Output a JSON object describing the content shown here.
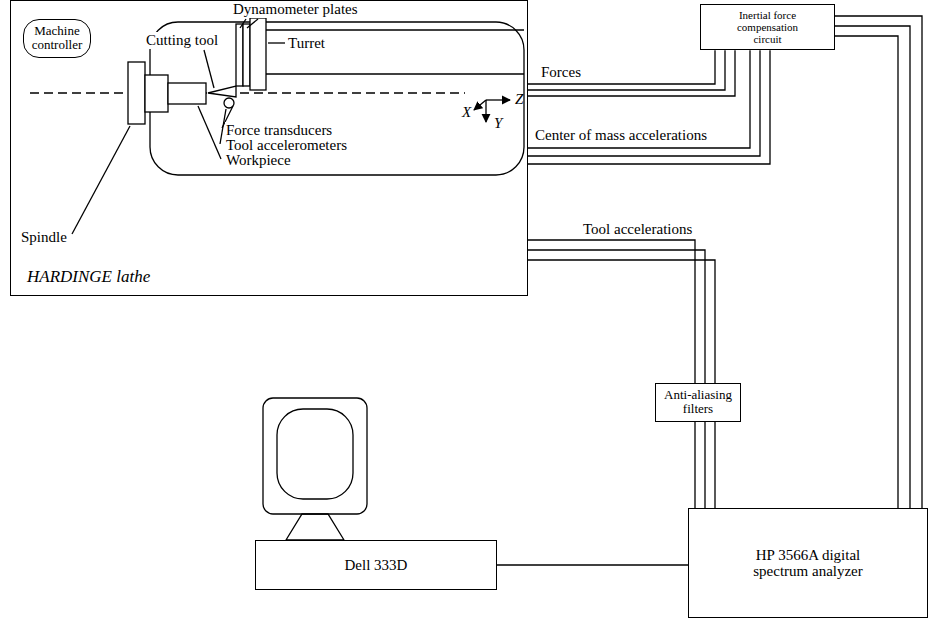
{
  "diagram": {
    "nodes": [
      {
        "text": [
          "HARDINGE lathe"
        ]
      },
      {
        "text": [
          "Machine controller"
        ],
        "in": 0
      },
      {
        "text": [
          "Inertial force compensation circuit"
        ]
      },
      {
        "text": [
          "Anti-aliasing filters"
        ]
      },
      {
        "text": [
          "HP 3566A digital spectrum analyzer"
        ]
      },
      {
        "text": [
          "Dell 333D"
        ]
      }
    ],
    "edges": [
      {
        "from": 0,
        "to": 2,
        "arrow": "none",
        "label": "Forces"
      },
      {
        "from": 0,
        "to": 2,
        "arrow": "none",
        "label": "Center of mass accelerations"
      },
      {
        "from": 2,
        "to": 4,
        "arrow": "none"
      },
      {
        "from": 0,
        "to": 3,
        "arrow": "none",
        "label": "Tool accelerations"
      },
      {
        "from": 3,
        "to": 4,
        "arrow": "none"
      },
      {
        "from": 5,
        "to": 4,
        "arrow": "none"
      }
    ],
    "labels": [
      "Dynamometer plates",
      "Cutting tool",
      "Turret",
      "Force transducers",
      "Tool accelerometers",
      "Workpiece",
      "Spindle",
      "X",
      "Y",
      "Z"
    ]
  }
}
